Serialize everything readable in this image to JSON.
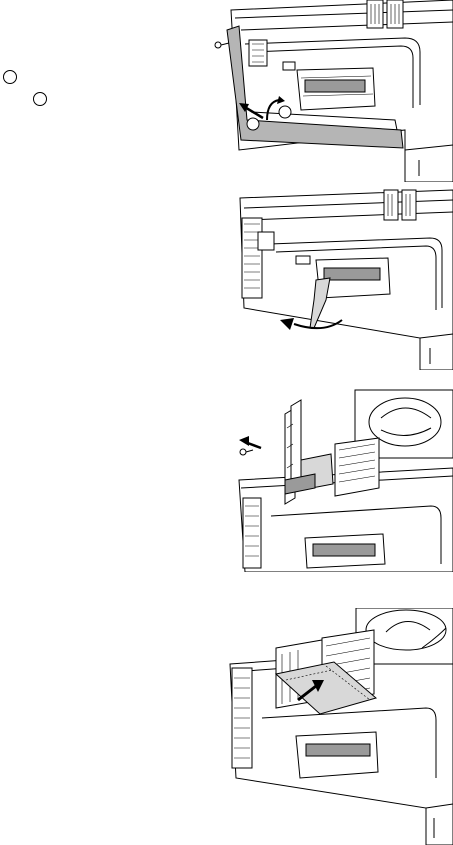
{
  "page": {
    "steps": [
      {
        "figure": "remove-side-bracket",
        "callouts": 3
      },
      {
        "figure": "pull-retaining-lever",
        "callouts": 0
      },
      {
        "figure": "remove-expansion-card",
        "callouts": 0
      },
      {
        "figure": "insert-card-into-slot",
        "callouts": 0
      }
    ]
  },
  "colors": {
    "line": "#000000",
    "shade": "#9a9a9a",
    "light": "#d8d8d8",
    "paper": "#ffffff"
  }
}
